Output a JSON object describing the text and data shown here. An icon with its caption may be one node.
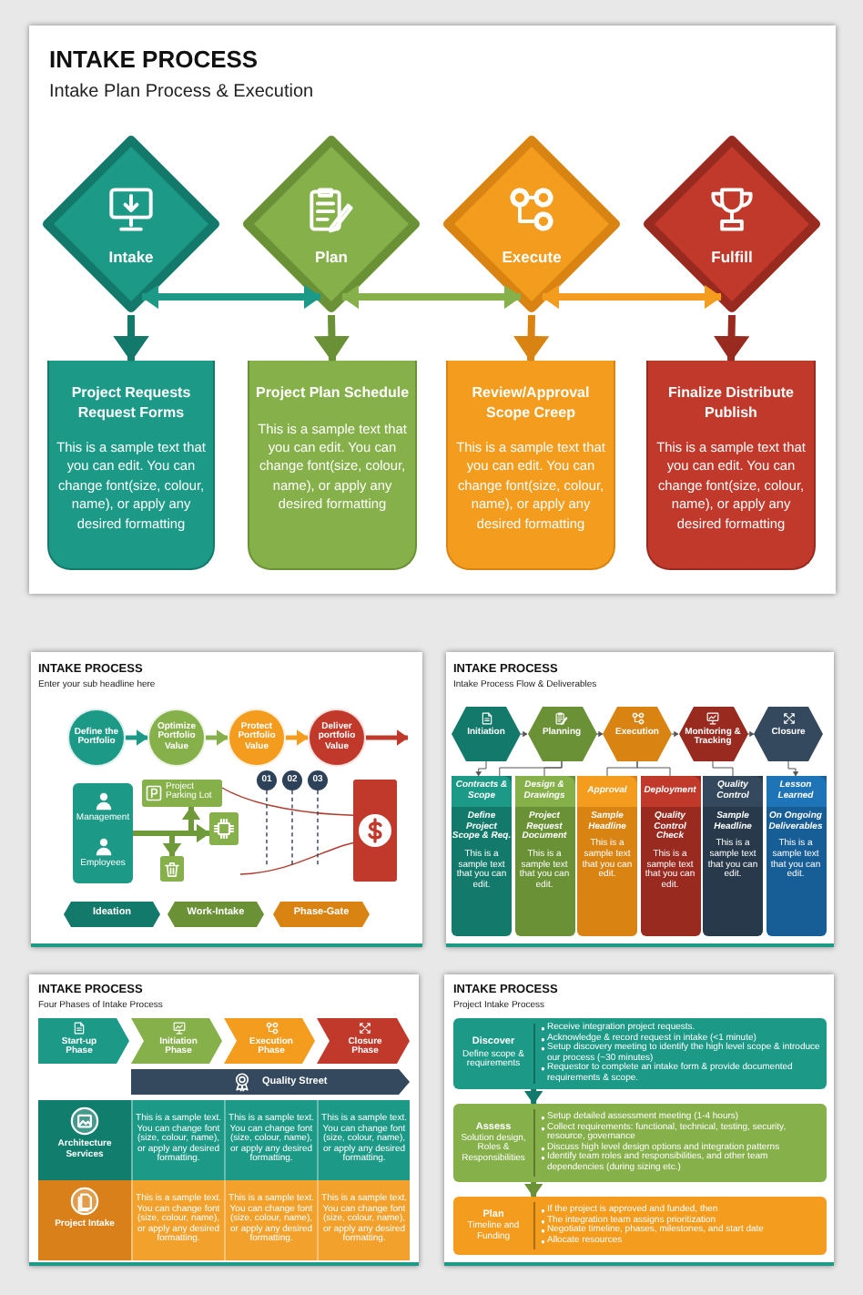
{
  "diagram": {
    "nodes": [
      {
        "text": [
          "INTAKE PROCESS",
          "Intake Plan Process & Execution"
        ]
      },
      {
        "text": [
          "Intake"
        ],
        "in": 0
      },
      {
        "text": [
          "Plan"
        ],
        "in": 0
      },
      {
        "text": [
          "Execute"
        ],
        "in": 0
      },
      {
        "text": [
          "Fulfill"
        ],
        "in": 0
      },
      {
        "text": [
          "Project Requests Request Forms",
          "This is a sample text that you can edit. You can change font(size, colour, name), or apply any desired formatting"
        ],
        "in": 0
      },
      {
        "text": [
          "Project Plan Schedule",
          "This is a sample text that you can edit. You can change font(size, colour, name), or apply any desired formatting"
        ],
        "in": 0
      },
      {
        "text": [
          "Review/Approval Scope Creep",
          "This is a sample text that you can edit. You can change font(size, colour, name), or apply any desired formatting"
        ],
        "in": 0
      },
      {
        "text": [
          "Finalize Distribute Publish",
          "This is a sample text that you can edit. You can change font(size, colour, name), or apply any desired formatting"
        ],
        "in": 0
      },
      {
        "text": [
          "INTAKE PROCESS",
          "Enter your sub headline here"
        ]
      },
      {
        "text": [
          "Define the Portfolio"
        ],
        "in": 9
      },
      {
        "text": [
          "Optimize Portfolio Value"
        ],
        "in": 9
      },
      {
        "text": [
          "Protect Portfolio Value"
        ],
        "in": 9
      },
      {
        "text": [
          "Deliver portfolio Value"
        ],
        "in": 9
      },
      {
        "text": [
          "Management",
          "Employees"
        ],
        "in": 9
      },
      {
        "text": [
          "Project Parking Lot"
        ],
        "in": 9
      },
      {
        "text": [],
        "shape": "box",
        "in": 9
      },
      {
        "text": [],
        "shape": "box",
        "in": 9
      },
      {
        "text": [
          "01"
        ],
        "in": 9
      },
      {
        "text": [
          "02"
        ],
        "in": 9
      },
      {
        "text": [
          "03"
        ],
        "in": 9
      },
      {
        "text": [],
        "shape": "box",
        "in": 9
      },
      {
        "text": [
          "Ideation"
        ],
        "in": 9
      },
      {
        "text": [
          "Work-Intake"
        ],
        "in": 9
      },
      {
        "text": [
          "Phase-Gate"
        ],
        "in": 9
      },
      {
        "text": [
          "INTAKE PROCESS",
          "Intake Process Flow & Deliverables"
        ]
      },
      {
        "text": [
          "Initiation"
        ],
        "in": 25
      },
      {
        "text": [
          "Planning"
        ],
        "in": 25
      },
      {
        "text": [
          "Execution"
        ],
        "in": 25
      },
      {
        "text": [
          "Monitoring & Tracking"
        ],
        "in": 25
      },
      {
        "text": [
          "Closure"
        ],
        "in": 25
      },
      {
        "text": [
          "Contracts & Scope",
          "Define Project Scope & Req.",
          "This is a sample text that you can edit."
        ],
        "in": 25
      },
      {
        "text": [
          "Design & Drawings",
          "Project Request Document",
          "This is a sample text that you can edit."
        ],
        "in": 25
      },
      {
        "text": [
          "Approval",
          "Sample Headline",
          "This is a sample text that you can edit."
        ],
        "in": 25
      },
      {
        "text": [
          "Deployment",
          "Quality Control Check",
          "This is a sample text that you can edit."
        ],
        "in": 25
      },
      {
        "text": [
          "Quality Control",
          "Sample Headline",
          "This is a sample text that you can edit."
        ],
        "in": 25
      },
      {
        "text": [
          "Lesson Learned",
          "On Ongoing Deliverables",
          "This is a sample text that you can edit."
        ],
        "in": 25
      },
      {
        "text": [
          "INTAKE PROCESS",
          "Four Phases of Intake Process"
        ]
      },
      {
        "text": [
          "Start-up Phase"
        ],
        "in": 37
      },
      {
        "text": [
          "Initiation Phase"
        ],
        "in": 37
      },
      {
        "text": [
          "Execution Phase"
        ],
        "in": 37
      },
      {
        "text": [
          "Closure Phase"
        ],
        "in": 37
      },
      {
        "text": [
          "Quality Street"
        ],
        "in": 37
      },
      {
        "text": [
          "Architecture Services"
        ],
        "in": 37
      },
      {
        "text": [
          "This is a sample text. You can change font (size, colour, name), or apply any desired formatting."
        ],
        "in": 37
      },
      {
        "text": [
          "This is a sample text. You can change font (size, colour, name), or apply any desired formatting."
        ],
        "in": 37
      },
      {
        "text": [
          "This is a sample text. You can change font (size, colour, name), or apply any desired formatting."
        ],
        "in": 37
      },
      {
        "text": [
          "Project Intake"
        ],
        "in": 37
      },
      {
        "text": [
          "This is a sample text. You can change font (size, colour, name), or apply any desired formatting."
        ],
        "in": 37
      },
      {
        "text": [
          "This is a sample text. You can change font (size, colour, name), or apply any desired formatting."
        ],
        "in": 37
      },
      {
        "text": [
          "This is a sample text. You can change font (size, colour, name), or apply any desired formatting."
        ],
        "in": 37
      },
      {
        "text": [
          "INTAKE PROCESS",
          "Project Intake Process"
        ]
      },
      {
        "text": [
          "Discover",
          "Define scope & requirements",
          "Receive integration project requests.",
          "Acknowledge & record request in intake (<1 minute)",
          "Setup discovery meeting to identify the high level scope & introduce our process (~30 minutes)",
          "Requestor to complete an intake form & provide documented requirements & scope."
        ],
        "in": 51
      },
      {
        "text": [
          "Assess",
          "Solution design, Roles & Responsibilities",
          "Setup detailed assessment meeting (1-4 hours)",
          "Collect requirements: functional, technical, testing, security, resource, governance",
          "Discuss high level design options and integration patterns",
          "Identify team roles and responsibilities, and other team dependencies (during sizing etc.)"
        ],
        "in": 51
      },
      {
        "text": [
          "Plan",
          "Timeline and Funding",
          "If the project is approved and funded, then",
          "The integration team assigns prioritization",
          "Negotiate timeline, phases, milestones, and start date",
          "Allocate resources"
        ],
        "in": 51
      }
    ],
    "edges": [
      {
        "from": 1,
        "to": 2,
        "arrow": "both",
        "style": "thick",
        "color": "#1c9a87"
      },
      {
        "from": 2,
        "to": 3,
        "arrow": "both",
        "style": "thick",
        "color": "#86b04a"
      },
      {
        "from": 3,
        "to": 4,
        "arrow": "both",
        "style": "thick",
        "color": "#f39c1e"
      },
      {
        "from": 1,
        "to": 5,
        "arrow": "to",
        "style": "thick",
        "color": "#137a6b"
      },
      {
        "from": 2,
        "to": 6,
        "arrow": "to",
        "style": "thick",
        "color": "#6a9136"
      },
      {
        "from": 3,
        "to": 7,
        "arrow": "to",
        "style": "thick",
        "color": "#d98412"
      },
      {
        "from": 4,
        "to": 8,
        "arrow": "to",
        "style": "thick",
        "color": "#992a20"
      },
      {
        "from": 10,
        "to": 11,
        "arrow": "to",
        "style": "thick",
        "color": "#1c9a87"
      },
      {
        "from": 11,
        "to": 12,
        "arrow": "to",
        "style": "thick",
        "color": "#86b04a"
      },
      {
        "from": 12,
        "to": 13,
        "arrow": "to",
        "style": "thick",
        "color": "#f39c1e"
      },
      {
        "from": 13,
        "to": null,
        "arrow": "to",
        "style": "thick",
        "color": "#c0392b"
      },
      {
        "from": 14,
        "to": 15,
        "arrow": "to",
        "style": "thick",
        "color": "#6f9a3a"
      },
      {
        "from": 14,
        "to": 16,
        "arrow": "to",
        "style": "thick",
        "color": "#6f9a3a"
      },
      {
        "from": 14,
        "to": 17,
        "arrow": "to",
        "style": "thick",
        "color": "#6f9a3a"
      },
      {
        "from": 15,
        "to": 21,
        "arrow": "none",
        "color": "#b03a2e"
      },
      {
        "from": null,
        "to": 21,
        "arrow": "none",
        "color": "#b03a2e"
      },
      {
        "from": 18,
        "to": null,
        "arrow": "none",
        "style": "dashed",
        "color": "#2d4159"
      },
      {
        "from": 19,
        "to": null,
        "arrow": "none",
        "style": "dashed",
        "color": "#2d4159"
      },
      {
        "from": 20,
        "to": null,
        "arrow": "none",
        "style": "dashed",
        "color": "#2d4159"
      },
      {
        "from": 26,
        "to": 27,
        "arrow": "to"
      },
      {
        "from": 27,
        "to": 28,
        "arrow": "to"
      },
      {
        "from": 28,
        "to": 29,
        "arrow": "to"
      },
      {
        "from": 29,
        "to": 30,
        "arrow": "to"
      },
      {
        "from": 26,
        "to": 31,
        "arrow": "to"
      },
      {
        "from": 27,
        "to": 31,
        "arrow": "none"
      },
      {
        "from": 27,
        "to": 32,
        "arrow": "none"
      },
      {
        "from": 28,
        "to": 33,
        "arrow": "none"
      },
      {
        "from": 28,
        "to": 34,
        "arrow": "none"
      },
      {
        "from": 29,
        "to": 35,
        "arrow": "none"
      },
      {
        "from": 30,
        "to": 36,
        "arrow": "to"
      },
      {
        "from": 52,
        "to": 53,
        "arrow": "to",
        "style": "thick",
        "color": "#137a6b"
      },
      {
        "from": 53,
        "to": 54,
        "arrow": "to",
        "style": "thick",
        "color": "#6a9136"
      }
    ]
  }
}
